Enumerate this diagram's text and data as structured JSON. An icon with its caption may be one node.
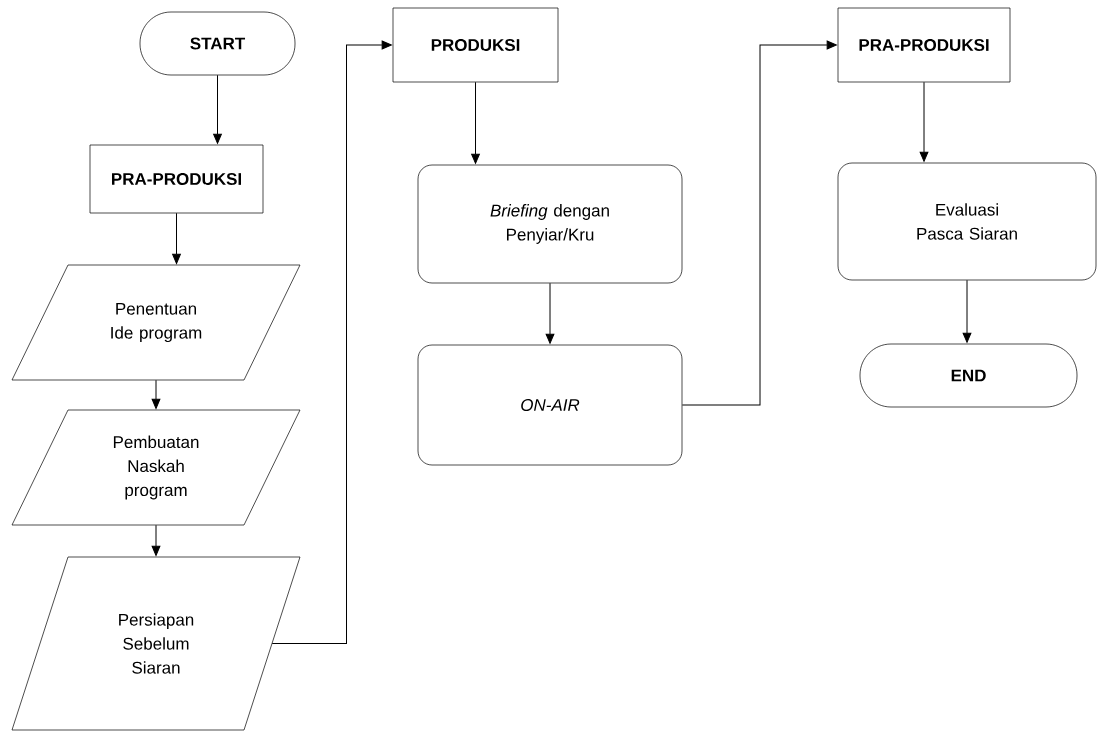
{
  "diagram": {
    "nodes": [
      {
        "text": [
          "START"
        ]
      },
      {
        "text": [
          "PRA-PRODUKSI"
        ]
      },
      {
        "text": [
          "Penentuan Ide program"
        ]
      },
      {
        "text": [
          "Pembuatan Naskah program"
        ]
      },
      {
        "text": [
          "Persiapan Sebelum Siaran"
        ]
      },
      {
        "text": [
          "PRODUKSI"
        ]
      },
      {
        "text": [
          "*Briefing* dengan Penyiar/Kru"
        ]
      },
      {
        "text": [
          "ON-AIR"
        ]
      },
      {
        "text": [
          "PRA-PRODUKSI"
        ]
      },
      {
        "text": [
          "Evaluasi Pasca Siaran"
        ]
      },
      {
        "text": [
          "END"
        ]
      }
    ],
    "edges": [
      {
        "from": 0,
        "to": 1,
        "arrow": "to"
      },
      {
        "from": 1,
        "to": 2,
        "arrow": "to"
      },
      {
        "from": 2,
        "to": 3,
        "arrow": "to"
      },
      {
        "from": 3,
        "to": 4,
        "arrow": "to"
      },
      {
        "from": 4,
        "to": 5,
        "arrow": "to"
      },
      {
        "from": 5,
        "to": 6,
        "arrow": "to"
      },
      {
        "from": 6,
        "to": 7,
        "arrow": "to"
      },
      {
        "from": 7,
        "to": 8,
        "arrow": "to"
      },
      {
        "from": 8,
        "to": 9,
        "arrow": "to"
      },
      {
        "from": 9,
        "to": 10,
        "arrow": "to"
      }
    ]
  }
}
